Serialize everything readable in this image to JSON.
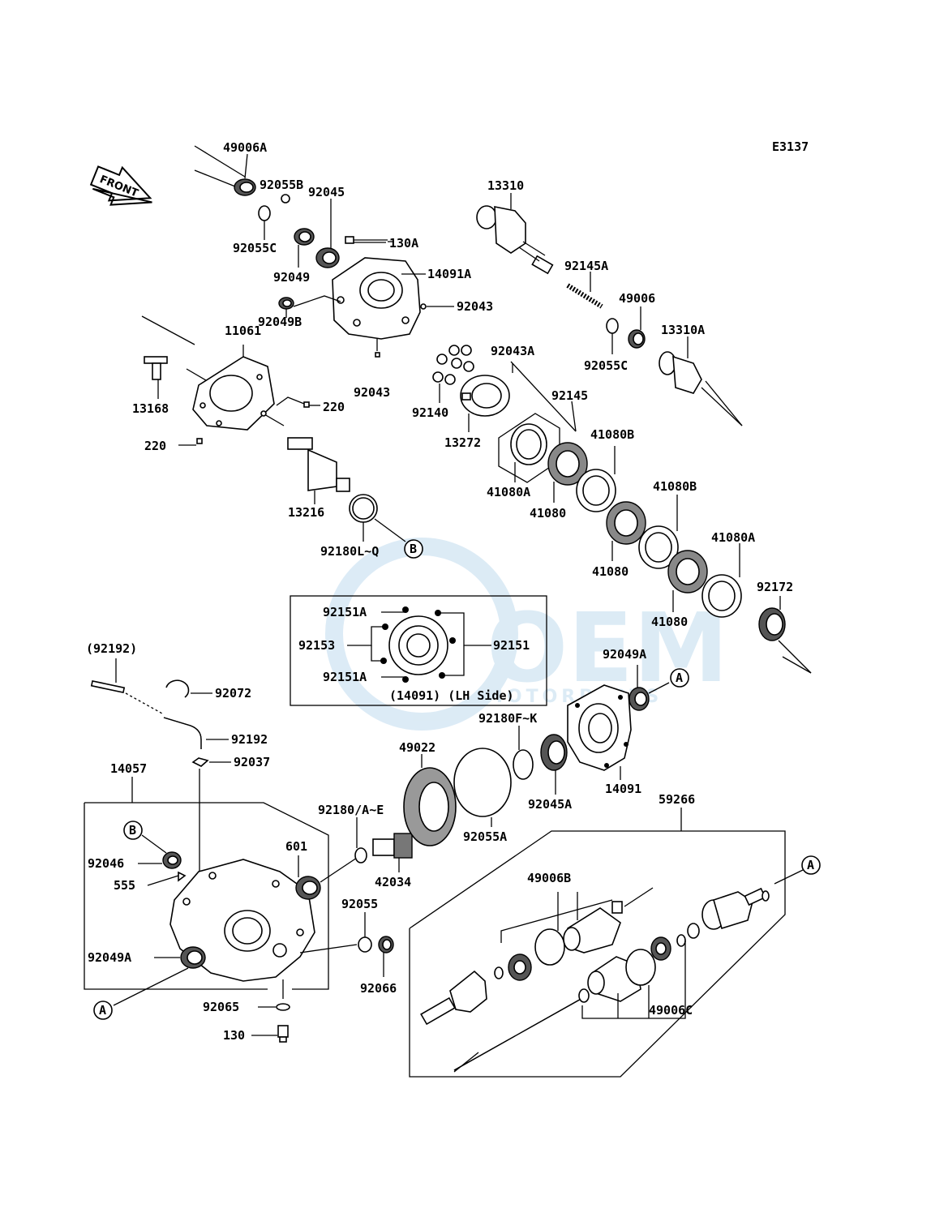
{
  "diagram": {
    "code": "E3137",
    "front_label": "FRONT",
    "watermark": {
      "brand": "OEM",
      "sub": "MOTORPARTS",
      "color": "#d6e8f4"
    },
    "box_caption": "(14091) (LH Side)",
    "reference_marks": {
      "A": "A",
      "B": "B"
    },
    "labels": {
      "p49006A": "49006A",
      "p92055B": "92055B",
      "p92055C_top": "92055C",
      "p92045": "92045",
      "p130A": "130A",
      "p14091A": "14091A",
      "p92049": "92049",
      "p92043_r": "92043",
      "p92049B": "92049B",
      "p92043_b": "92043",
      "p11061": "11061",
      "p13168": "13168",
      "p220_r": "220",
      "p220_l": "220",
      "p13216": "13216",
      "p92180LQ": "92180L~Q",
      "p13310": "13310",
      "p92145A": "92145A",
      "p49006": "49006",
      "p13310A": "13310A",
      "p92055C": "92055C",
      "p92043A": "92043A",
      "p92145": "92145",
      "p92140": "92140",
      "p13272": "13272",
      "p41080B_1": "41080B",
      "p41080A_1": "41080A",
      "p41080_1": "41080",
      "p41080B_2": "41080B",
      "p41080_2": "41080",
      "p41080A_2": "41080A",
      "p92172": "92172",
      "p41080_3": "41080",
      "p92151A_t": "92151A",
      "p92153": "92153",
      "p92151": "92151",
      "p92151A_b": "92151A",
      "p92192_paren": "(92192)",
      "p92072": "92072",
      "p92192": "92192",
      "p92037": "92037",
      "p14057": "14057",
      "p92049A_r": "92049A",
      "p92180FK": "92180F~K",
      "p49022": "49022",
      "p92045A": "92045A",
      "p14091": "14091",
      "p59266": "59266",
      "p92180AE": "92180/A~E",
      "p601": "601",
      "p42034": "42034",
      "p92055A": "92055A",
      "p92046": "92046",
      "p555": "555",
      "p92055": "92055",
      "p92049A_l": "92049A",
      "p92066": "92066",
      "p92065": "92065",
      "p130": "130",
      "p49006B": "49006B",
      "p49006C": "49006C"
    }
  }
}
